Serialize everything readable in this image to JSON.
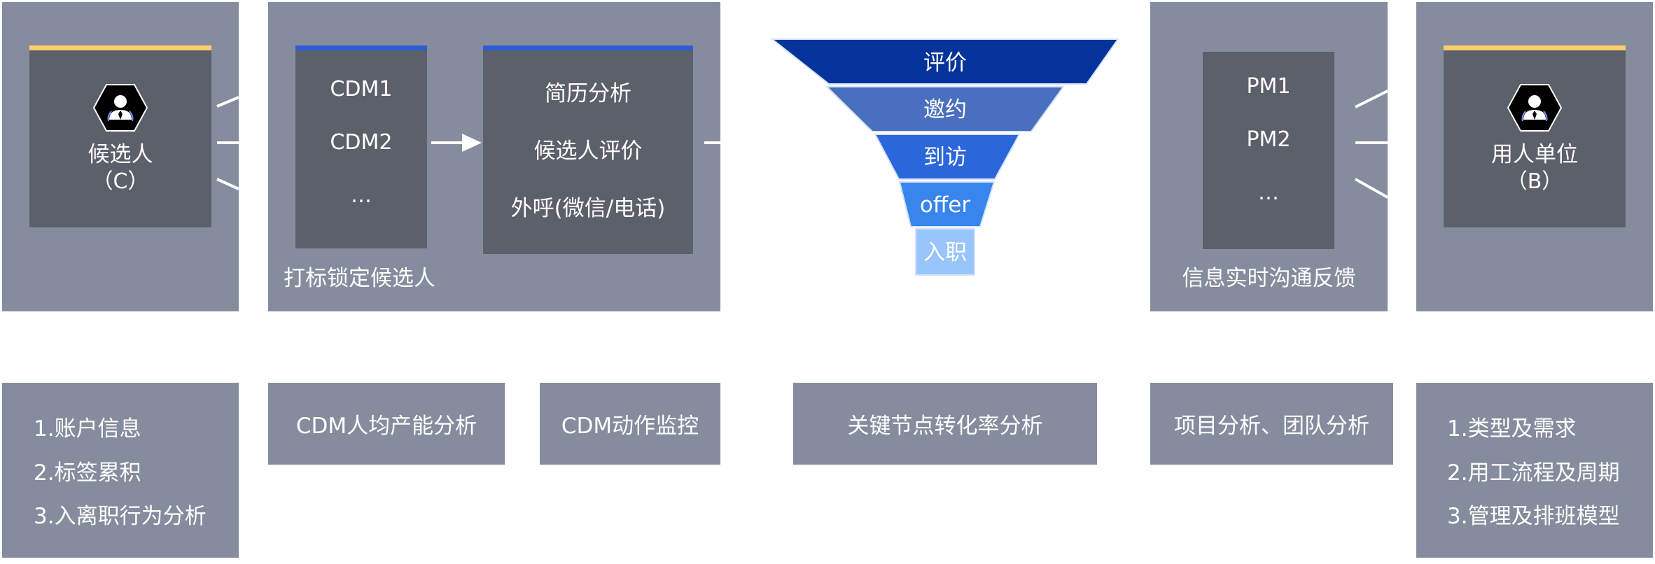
{
  "candidate": {
    "label": "候选人",
    "code": "（C）"
  },
  "cdm": {
    "items": [
      "CDM1",
      "CDM2",
      "…"
    ],
    "caption": "打标锁定候选人"
  },
  "actions": {
    "items": [
      "简历分析",
      "候选人评价",
      "外呼(微信/电话)"
    ]
  },
  "funnel": {
    "stages": [
      "评价",
      "邀约",
      "到访",
      "offer",
      "入职"
    ]
  },
  "pm": {
    "items": [
      "PM1",
      "PM2",
      "…"
    ],
    "caption": "信息实时沟通反馈"
  },
  "employer": {
    "label": "用人单位",
    "code": "（B）"
  },
  "metrics": {
    "candidate_list": [
      "1.账户信息",
      "2.标签累积",
      "3.入离职行为分析"
    ],
    "cdm_productivity": "CDM人均产能分析",
    "cdm_monitor": "CDM动作监控",
    "conversion": "关键节点转化率分析",
    "project": "项目分析、团队分析",
    "employer_list": [
      "1.类型及需求",
      "2.用工流程及周期",
      "3.管理及排班模型"
    ]
  },
  "colors": {
    "panel": "#858c9d",
    "inner": "#5c606b",
    "accent_yellow": "#ffcd6b",
    "accent_blue": "#2f5bd6",
    "funnel": [
      "#04339b",
      "#4a6fbe",
      "#2b66da",
      "#3885ee",
      "#98c6fa"
    ]
  },
  "icons": {
    "person_badge": "person-hexagon-icon"
  }
}
